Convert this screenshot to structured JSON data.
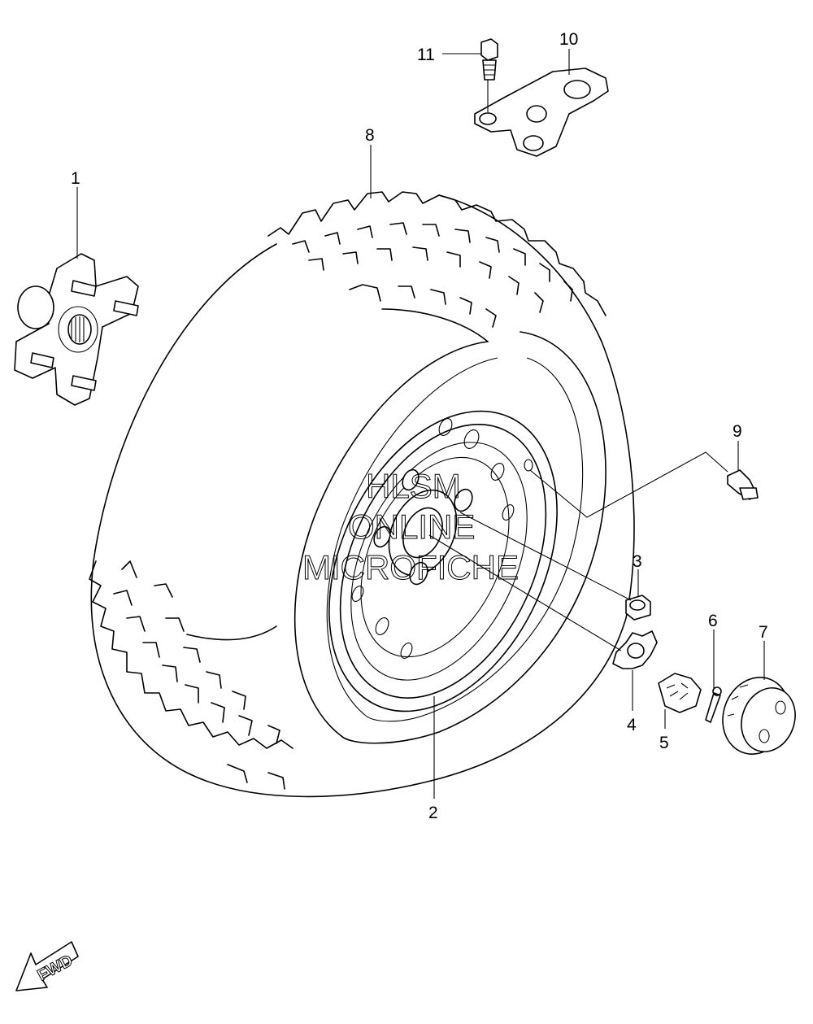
{
  "callouts": {
    "c1": "1",
    "c2": "2",
    "c3": "3",
    "c4": "4",
    "c5": "5",
    "c6": "6",
    "c7": "7",
    "c8": "8",
    "c9": "9",
    "c10": "10",
    "c11": "11"
  },
  "watermark": {
    "line1": "HLSM",
    "line2": "ONLINE",
    "line3": "MICROFICHE"
  },
  "direction_arrow": {
    "label": "FWD",
    "icon": "arrow-down-left-icon"
  },
  "colors": {
    "line": "#000000",
    "background": "#ffffff"
  }
}
